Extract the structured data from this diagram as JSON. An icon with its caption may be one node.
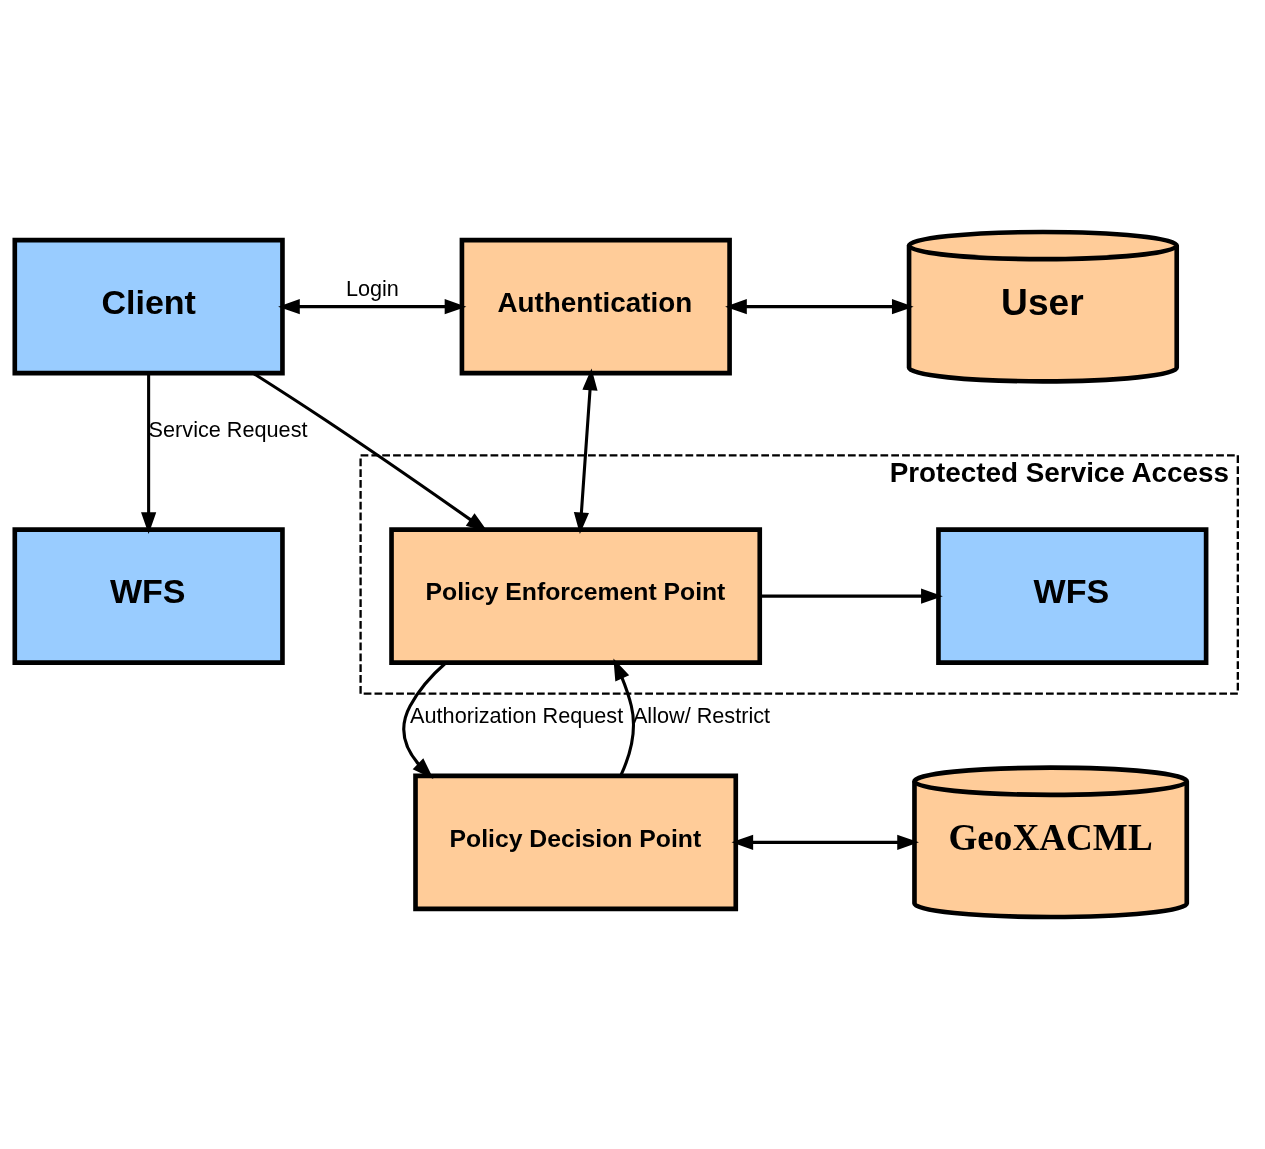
{
  "diagram": {
    "nodes": [
      {
        "text": [
          "Client"
        ]
      },
      {
        "text": [
          "Authentication"
        ]
      },
      {
        "text": [
          "User"
        ]
      },
      {
        "text": [
          "WFS"
        ]
      },
      {
        "text": [
          "Protected Service Access"
        ]
      },
      {
        "text": [
          "Policy Enforcement Point"
        ],
        "in": 4
      },
      {
        "text": [
          "WFS"
        ],
        "in": 4
      },
      {
        "text": [
          "Policy Decision Point"
        ]
      },
      {
        "text": [
          "GeoXACML"
        ]
      }
    ],
    "edges": [
      {
        "from": 0,
        "to": 1,
        "arrow": "both",
        "label": "Login"
      },
      {
        "from": 1,
        "to": 2,
        "arrow": "both"
      },
      {
        "from": 0,
        "to": 3,
        "arrow": "to",
        "label": "Service Request"
      },
      {
        "from": 0,
        "to": 5,
        "arrow": "to"
      },
      {
        "from": 1,
        "to": 5,
        "arrow": "both"
      },
      {
        "from": 5,
        "to": 6,
        "arrow": "to"
      },
      {
        "from": 5,
        "to": 7,
        "arrow": "to",
        "label": "Authorization Request"
      },
      {
        "from": 7,
        "to": 5,
        "arrow": "to",
        "label": "Allow/ Restrict"
      },
      {
        "from": 7,
        "to": 8,
        "arrow": "both"
      }
    ]
  }
}
